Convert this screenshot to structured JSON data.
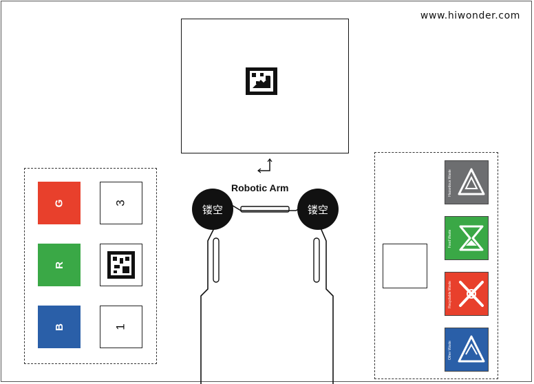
{
  "website": "www.hiwonder.com",
  "arm": {
    "label": "Robotic Arm",
    "left_circle": "镂空",
    "right_circle": "镂空"
  },
  "color_tiles": [
    {
      "label": "G",
      "color": "#e8402c"
    },
    {
      "label": "R",
      "color": "#3aa846"
    },
    {
      "label": "B",
      "color": "#2a5fa8"
    }
  ],
  "number_tiles": [
    "3",
    "1"
  ],
  "waste_tiles": [
    {
      "caption": "Hazardous Waste",
      "color": "#6d6e70"
    },
    {
      "caption": "Food Waste",
      "color": "#3aa846"
    },
    {
      "caption": "Recyclable Waste",
      "color": "#e8402c"
    },
    {
      "caption": "Other Waste",
      "color": "#2a5fa8"
    }
  ],
  "icons": [
    "apriltag-icon",
    "coordinate-axes-icon",
    "recycle-triangle-icon",
    "hourglass-icon",
    "cross-icon"
  ]
}
